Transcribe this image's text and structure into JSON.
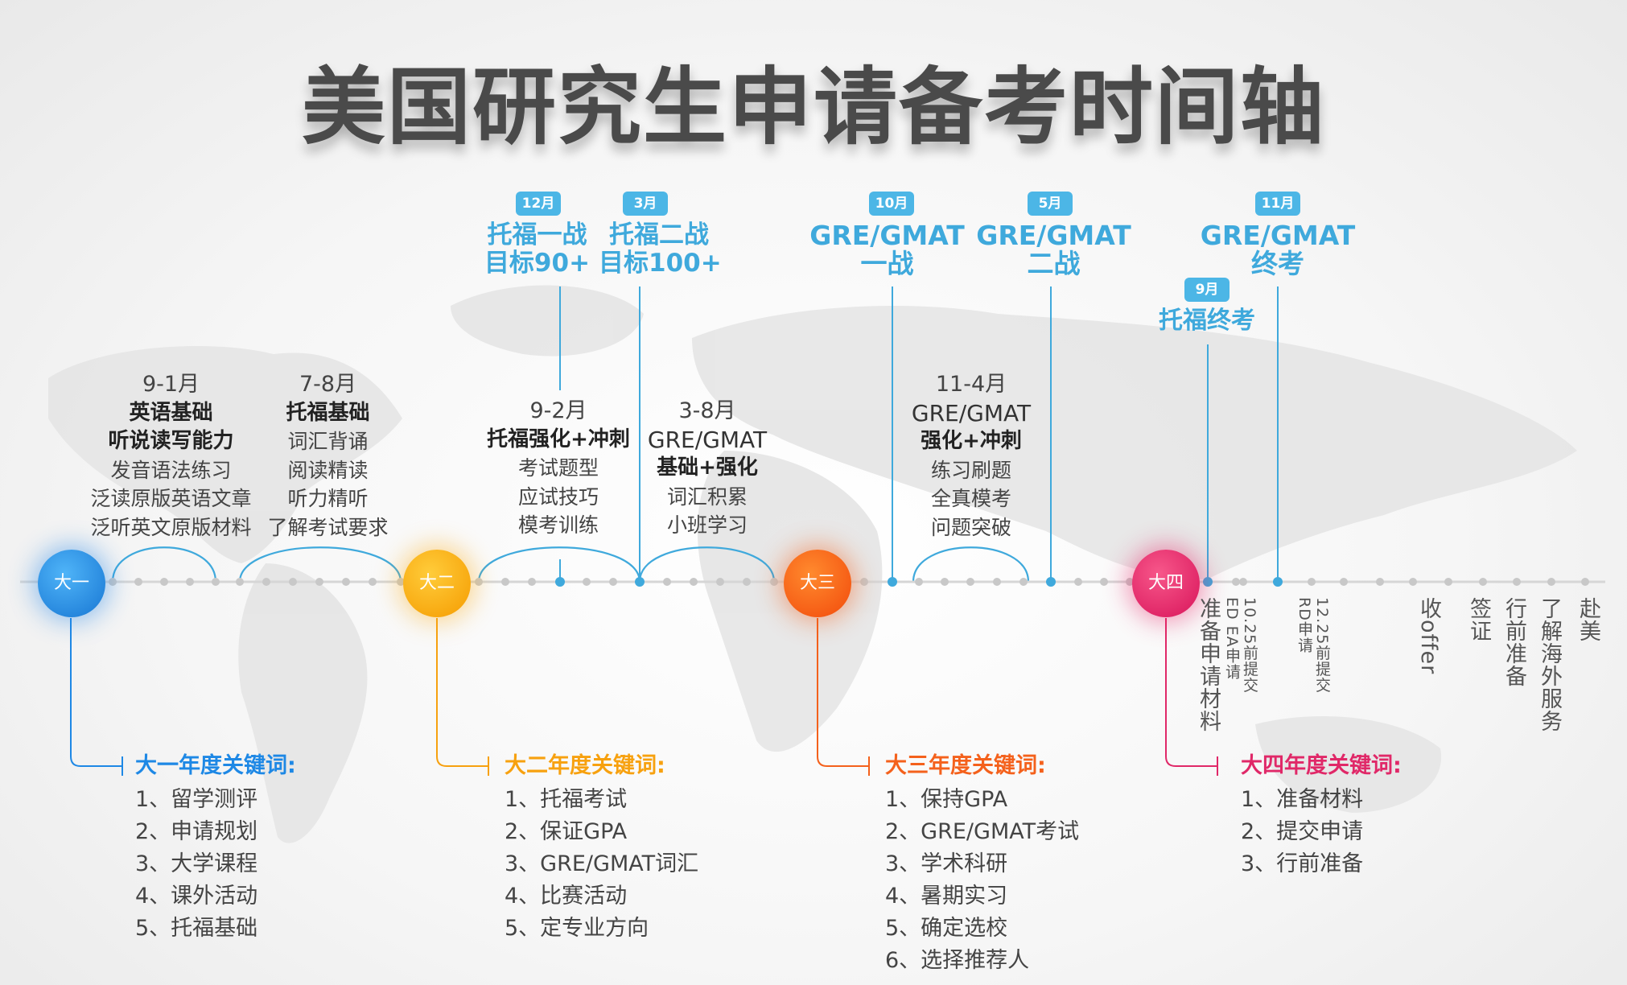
{
  "title": "美国研究生申请备考时间轴",
  "years": [
    {
      "label": "大一",
      "color": "#1e88e5"
    },
    {
      "label": "大二",
      "color": "#f7a10f"
    },
    {
      "label": "大三",
      "color": "#f4611c"
    },
    {
      "label": "大四",
      "color": "#e02868"
    }
  ],
  "phases": [
    {
      "range": "9-1月",
      "lines": [
        "英语基础",
        "听说读写能力",
        "发音语法练习",
        "泛读原版英语文章",
        "泛听英文原版材料"
      ]
    },
    {
      "range": "7-8月",
      "lines": [
        "托福基础",
        "词汇背诵",
        "阅读精读",
        "听力精听",
        "了解考试要求"
      ]
    },
    {
      "range": "9-2月",
      "lines": [
        "托福强化+冲刺",
        "考试题型",
        "应试技巧",
        "模考训练"
      ]
    },
    {
      "range": "3-8月",
      "lines": [
        "GRE/GMAT",
        "基础+强化",
        "词汇积累",
        "小班学习"
      ]
    },
    {
      "range": "11-4月",
      "lines": [
        "GRE/GMAT",
        "强化+冲刺",
        "练习刷题",
        "全真模考",
        "问题突破"
      ]
    }
  ],
  "milestones": [
    {
      "month": "12月",
      "lines": [
        "托福一战",
        "目标90+"
      ]
    },
    {
      "month": "3月",
      "lines": [
        "托福二战",
        "目标100+"
      ]
    },
    {
      "month": "10月",
      "lines": [
        "GRE/GMAT",
        "一战"
      ]
    },
    {
      "month": "5月",
      "lines": [
        "GRE/GMAT",
        "二战"
      ]
    },
    {
      "month": "9月",
      "lines": [
        "托福终考"
      ]
    },
    {
      "month": "11月",
      "lines": [
        "GRE/GMAT",
        "终考"
      ]
    }
  ],
  "senior_steps": [
    {
      "text": "准备申请材料"
    },
    {
      "text": "10.25前提交ED EA申请"
    },
    {
      "text": "12.25前提交RD申请"
    },
    {
      "text": "收offer"
    },
    {
      "text": "签证"
    },
    {
      "text": "行前准备"
    },
    {
      "text": "了解海外服务"
    },
    {
      "text": "赴美"
    }
  ],
  "keywords": [
    {
      "heading": "大一年度关键词:",
      "color": "#1e88e5",
      "items": [
        "1、留学测评",
        "2、申请规划",
        "3、大学课程",
        "4、课外活动",
        "5、托福基础"
      ]
    },
    {
      "heading": "大二年度关键词:",
      "color": "#f7a10f",
      "items": [
        "1、托福考试",
        "2、保证GPA",
        "3、GRE/GMAT词汇",
        "4、比赛活动",
        "5、定专业方向"
      ]
    },
    {
      "heading": "大三年度关键词:",
      "color": "#f4611c",
      "items": [
        "1、保持GPA",
        "2、GRE/GMAT考试",
        "3、学术科研",
        "4、暑期实习",
        "5、确定选校",
        "6、选择推荐人"
      ]
    },
    {
      "heading": "大四年度关键词:",
      "color": "#e02868",
      "items": [
        "1、准备材料",
        "2、提交申请",
        "3、行前准备"
      ]
    }
  ],
  "accent": "#3fa9dc"
}
